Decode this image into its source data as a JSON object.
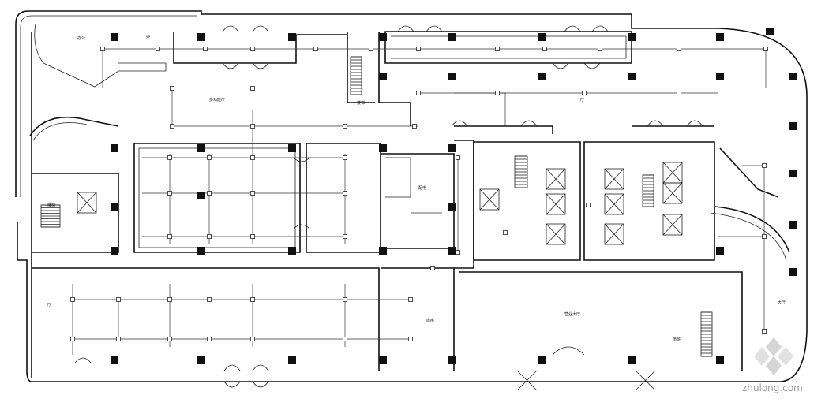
{
  "drawing": {
    "labels": {
      "top_left_room": "办公",
      "top_mid_room": "办",
      "north_hall": "多功能厅",
      "north_right": "厅",
      "center_room": "配电",
      "south_mid_room": "库房",
      "south_hall": "营业大厅",
      "south_right_room": "值班",
      "east_room": "大厅",
      "west_room": "厅",
      "stair_a": "楼梯",
      "stair_b": "楼梯"
    },
    "watermark": "zhulong.com"
  }
}
